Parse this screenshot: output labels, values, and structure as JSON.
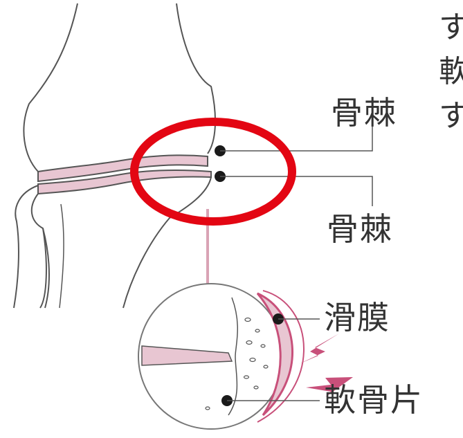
{
  "labels": {
    "osteophyte_upper": "骨棘",
    "osteophyte_lower": "骨棘",
    "synovium": "滑膜",
    "cartilage_fragment": "軟骨片"
  },
  "truncated_text": {
    "line1": "す",
    "line2": "軟",
    "line3": "す"
  },
  "colors": {
    "highlight_circle": "#e30613",
    "cartilage_fill": "#e8c6d2",
    "synovium": "#c8507a",
    "line": "#555555"
  }
}
